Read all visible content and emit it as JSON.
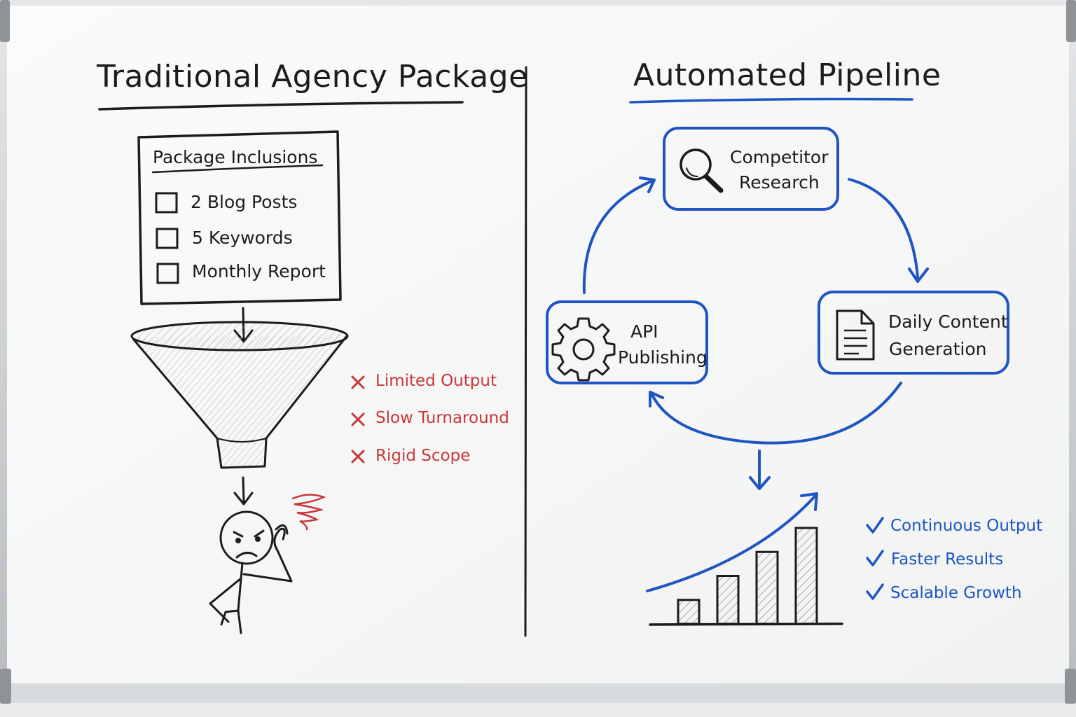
{
  "left": {
    "title": "Traditional Agency Package",
    "box_title": "Package Inclusions",
    "checklist": [
      "2 Blog Posts",
      "5 Keywords",
      "Monthly Report"
    ],
    "drawbacks": [
      "Limited Output",
      "Slow Turnaround",
      "Rigid Scope"
    ]
  },
  "right": {
    "title": "Automated Pipeline",
    "nodes": {
      "research": [
        "Competitor",
        "Research"
      ],
      "content": [
        "Daily Content",
        "Generation"
      ],
      "publishing": [
        "API",
        "Publishing"
      ]
    },
    "benefits": [
      "Continuous Output",
      "Faster Results",
      "Scalable Growth"
    ]
  },
  "icons": {
    "research": "magnifier-icon",
    "content": "document-icon",
    "publishing": "gear-icon",
    "drawback": "x-mark-icon",
    "benefit": "check-mark-icon"
  },
  "chart_data": {
    "type": "bar",
    "categories": [
      "",
      "",
      "",
      ""
    ],
    "values": [
      1,
      2,
      3,
      4
    ],
    "trend": "rising",
    "grid": false
  },
  "colors": {
    "ink": "#1c1c1c",
    "blue": "#1f55c3",
    "red": "#c8373a",
    "board": "#f7f8f8",
    "frame": "#c9cccf"
  }
}
